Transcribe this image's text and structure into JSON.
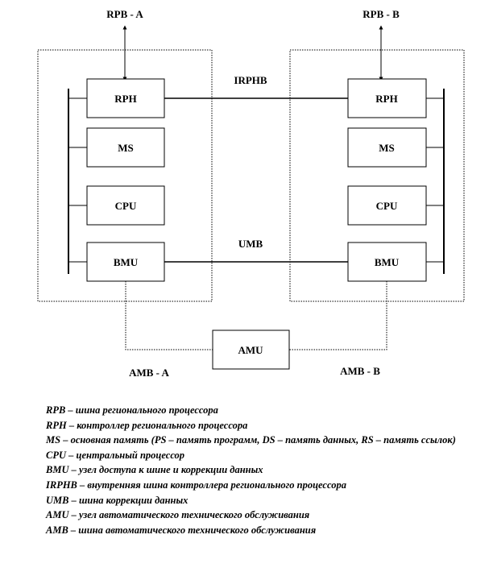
{
  "diagram": {
    "top_labels": {
      "left": "RPB - A",
      "right": "RPB - B"
    },
    "bus_labels": {
      "irphb": "IRPHB",
      "umb": "UMB",
      "amb_a": "AMB - A",
      "amb_b": "AMB - B"
    },
    "left_unit": {
      "rph": "RPH",
      "ms": "MS",
      "cpu": "CPU",
      "bmu": "BMU"
    },
    "right_unit": {
      "rph": "RPH",
      "ms": "MS",
      "cpu": "CPU",
      "bmu": "BMU"
    },
    "amu": "AMU"
  },
  "legend": [
    "RPB – шина регионального процессора",
    "RPH – контроллер регионального процессора",
    "MS – основная память (PS – память программ, DS – память данных, RS – память ссылок)",
    "CPU – центральный процессор",
    "BMU – узел доступа к шине и коррекции данных",
    "IRPHB – внутренняя шина контроллера регионального процессора",
    "UMB – шина коррекции данных",
    "AMU – узел автоматического технического обслуживания",
    "AMB – шина автоматического технического обслуживания"
  ]
}
